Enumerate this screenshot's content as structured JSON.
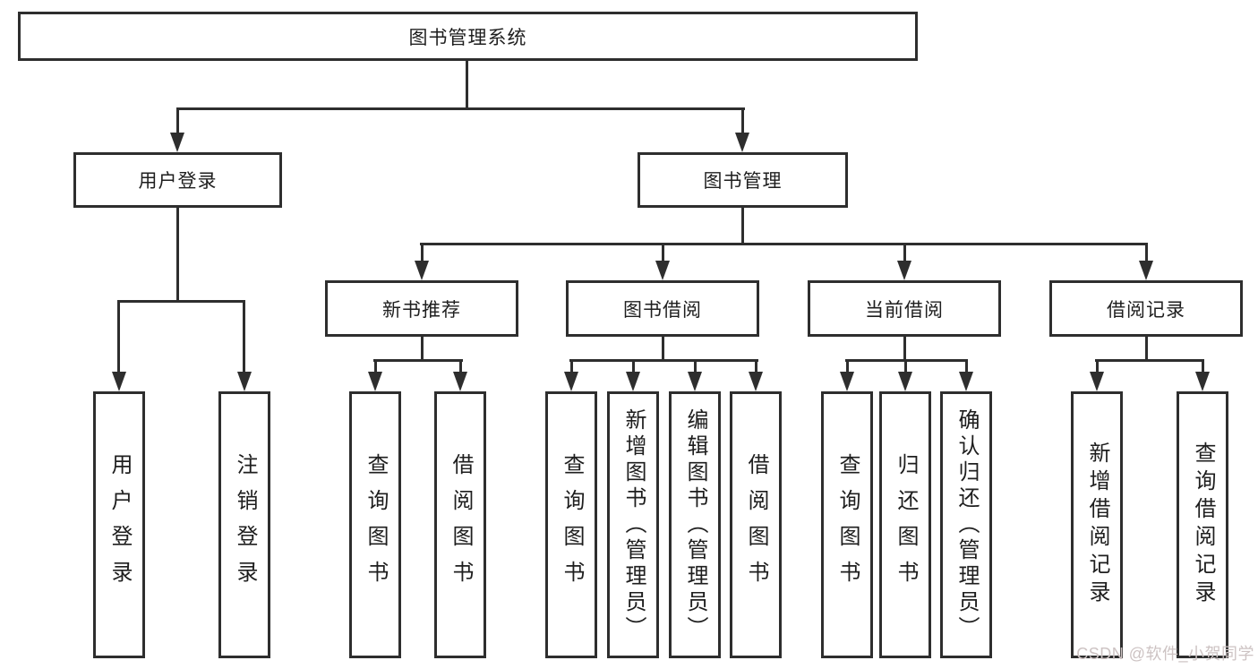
{
  "tree": {
    "root": {
      "label": "图书管理系统"
    },
    "branches": [
      {
        "label": "用户登录",
        "children": [
          {
            "label": "用户登录"
          },
          {
            "label": "注销登录"
          }
        ]
      },
      {
        "label": "图书管理",
        "children": [
          {
            "label": "新书推荐",
            "children": [
              {
                "label": "查询图书"
              },
              {
                "label": "借阅图书"
              }
            ]
          },
          {
            "label": "图书借阅",
            "children": [
              {
                "label": "查询图书"
              },
              {
                "label": "新增图书（管理员）"
              },
              {
                "label": "编辑图书（管理员）"
              },
              {
                "label": "借阅图书"
              }
            ]
          },
          {
            "label": "当前借阅",
            "children": [
              {
                "label": "查询图书"
              },
              {
                "label": "归还图书"
              },
              {
                "label": "确认归还（管理员）"
              }
            ]
          },
          {
            "label": "借阅记录",
            "children": [
              {
                "label": "新增借阅记录"
              },
              {
                "label": "查询借阅记录"
              }
            ]
          }
        ]
      }
    ]
  },
  "watermark": {
    "text": "CSDN @软件_小贺同学"
  },
  "colors": {
    "line": "#2e2e2e",
    "text": "#1e1e1e",
    "background": "#ffffff",
    "watermark": "#cdc3c3"
  }
}
